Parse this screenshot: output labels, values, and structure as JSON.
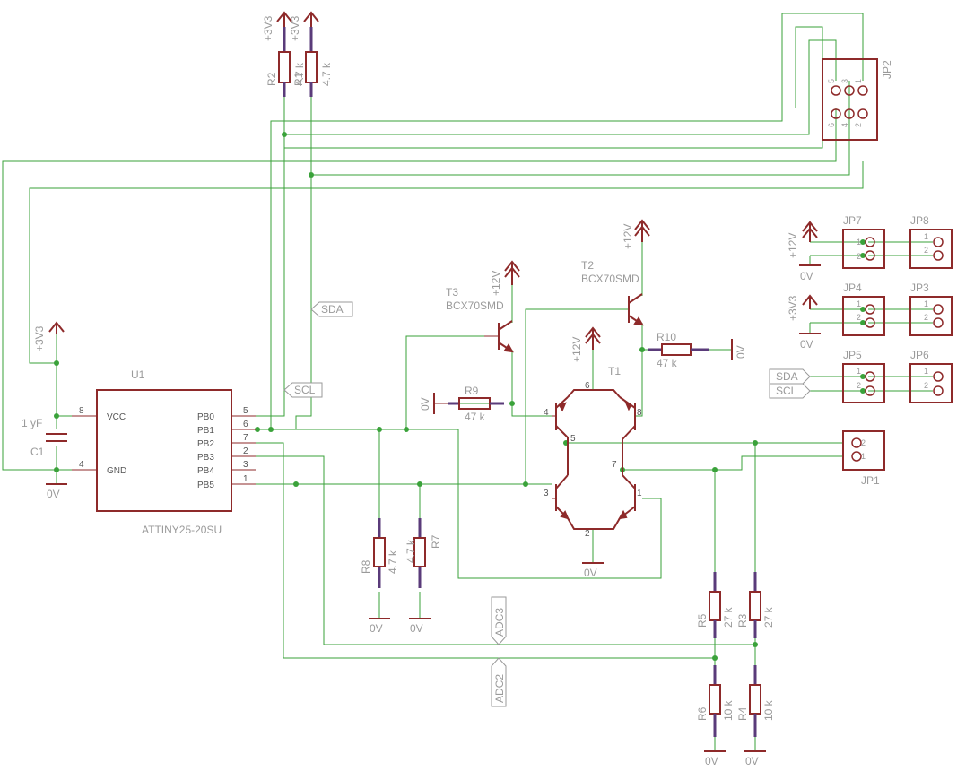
{
  "u1": {
    "name": "U1",
    "value": "ATTINY25-20SU",
    "pins_left": [
      {
        "num": "8",
        "label": "VCC"
      },
      {
        "num": "4",
        "label": "GND"
      }
    ],
    "pins_right": [
      {
        "num": "5",
        "label": "PB0"
      },
      {
        "num": "6",
        "label": "PB1"
      },
      {
        "num": "7",
        "label": "PB2"
      },
      {
        "num": "2",
        "label": "PB3"
      },
      {
        "num": "3",
        "label": "PB4"
      },
      {
        "num": "1",
        "label": "PB5"
      }
    ]
  },
  "c1": {
    "name": "C1",
    "value": "1 yF"
  },
  "resistors": [
    {
      "name": "R1",
      "value": "4.7 k"
    },
    {
      "name": "R2",
      "value": "4.7 k"
    },
    {
      "name": "R3",
      "value": "27 k"
    },
    {
      "name": "R4",
      "value": "10 k"
    },
    {
      "name": "R5",
      "value": "27 k"
    },
    {
      "name": "R6",
      "value": "10 k"
    },
    {
      "name": "R7",
      "value": "4.7 k"
    },
    {
      "name": "R8",
      "value": "4.7 k"
    },
    {
      "name": "R9",
      "value": "47 k"
    },
    {
      "name": "R10",
      "value": "47 k"
    }
  ],
  "transistors": {
    "t1": {
      "name": "T1"
    },
    "t2": {
      "name": "T2",
      "value": "BCX70SMD"
    },
    "t3": {
      "name": "T3",
      "value": "BCX70SMD"
    }
  },
  "supplies": {
    "v33": "+3V3",
    "v12": "+12V",
    "gnd": "0V"
  },
  "net_labels": {
    "sda": "SDA",
    "scl": "SCL",
    "adc2": "ADC2",
    "adc3": "ADC3"
  },
  "connectors": {
    "jp1": "JP1",
    "jp2": "JP2",
    "jp3": "JP3",
    "jp4": "JP4",
    "jp5": "JP5",
    "jp6": "JP6",
    "jp7": "JP7",
    "jp8": "JP8"
  },
  "t1_pins": {
    "p1": "1",
    "p2": "2",
    "p3": "3",
    "p4": "4",
    "p5": "5",
    "p6": "6",
    "p7": "7",
    "p8": "8"
  },
  "jp2_pins": {
    "p1": "1",
    "p2": "2",
    "p3": "3",
    "p4": "4",
    "p5": "5",
    "p6": "6"
  },
  "small_pins": {
    "p1": "1",
    "p2": "2"
  }
}
